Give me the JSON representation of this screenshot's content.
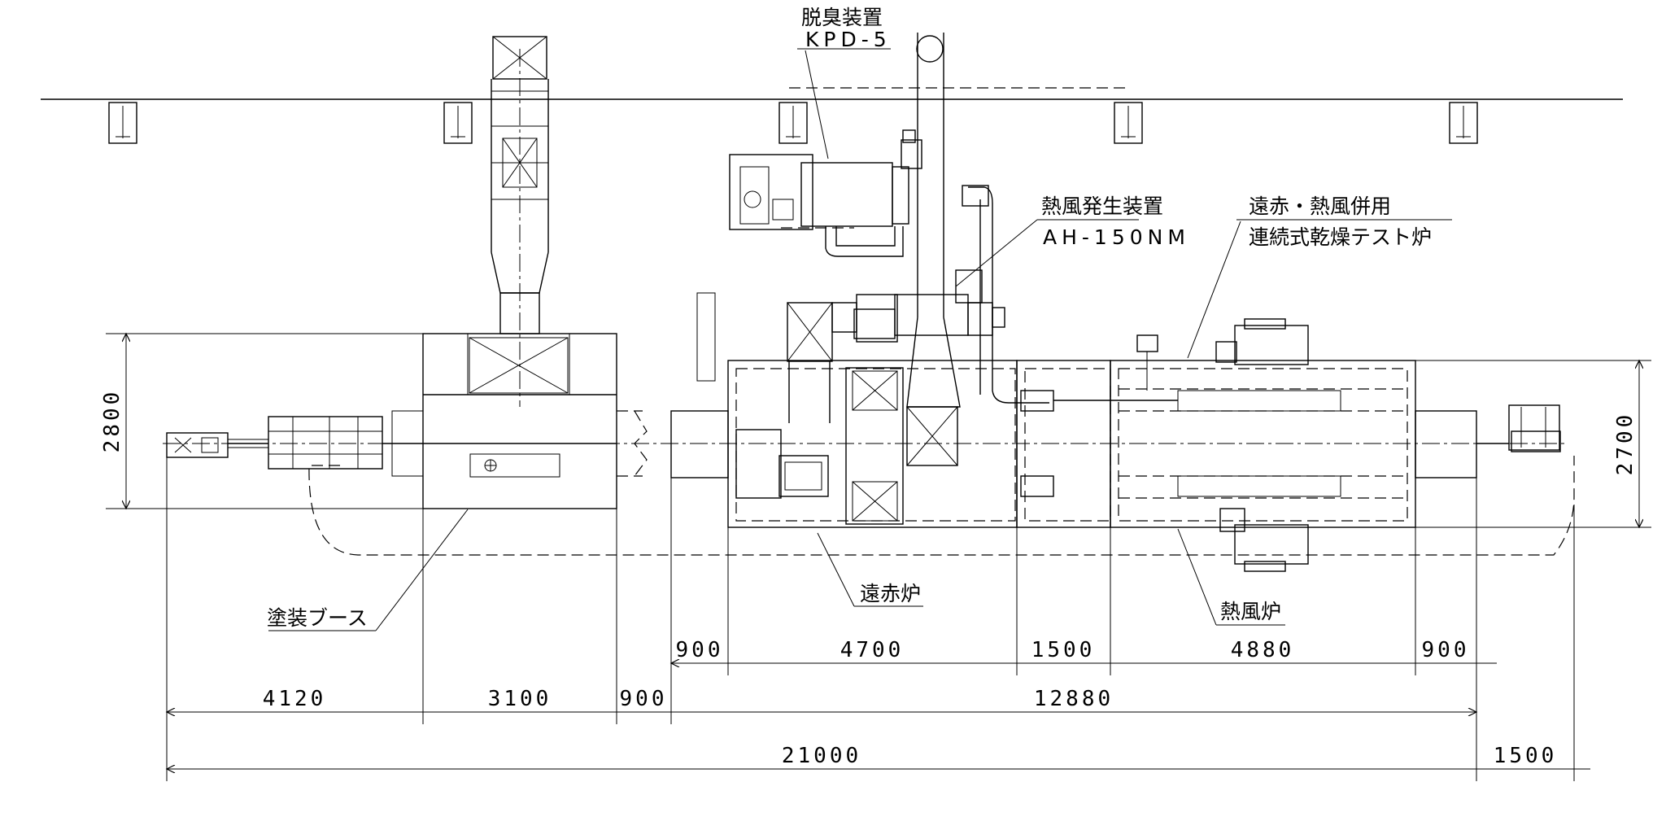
{
  "labels": {
    "deodorizer_name": "脱臭装置",
    "deodorizer_model": "KPD-5",
    "hot_air_gen_name": "熱風発生装置",
    "hot_air_gen_model": "AH-150NM",
    "test_furnace_line1": "遠赤・熱風併用",
    "test_furnace_line2": "連続式乾燥テスト炉",
    "paint_booth": "塗装ブース",
    "far_ir_furnace": "遠赤炉",
    "hot_air_furnace": "熱風炉"
  },
  "dimensions": {
    "row1": [
      "900",
      "4700",
      "1500",
      "4880",
      "900"
    ],
    "row2": [
      "4120",
      "3100",
      "900",
      "12880"
    ],
    "row3": [
      "21000",
      "1500"
    ],
    "vert_left": "2800",
    "vert_right": "2700"
  }
}
